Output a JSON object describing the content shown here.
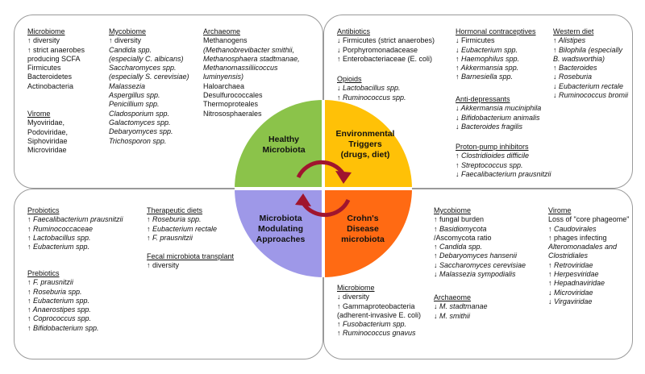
{
  "center": {
    "q_tl": "Healthy\nMicrobiota",
    "q_tr": "Environmental\nTriggers\n(drugs, diet)",
    "q_bl": "Microbiota\nModulating\nApproaches",
    "q_br": "Crohn's\nDisease\nmicrobiota",
    "colors": {
      "tl": "#8bc34a",
      "tr": "#ffc107",
      "bl": "#9e98e8",
      "br": "#ff6a13",
      "arrow": "#a0152e"
    }
  },
  "healthy": {
    "microbiome": {
      "title": "Microbiome",
      "lines": [
        "↑ diversity",
        "↑ strict anaerobes",
        "producing SCFA",
        "Firmicutes",
        "Bacteroidetes",
        "Actinobacteria"
      ]
    },
    "virome": {
      "title": "Virome",
      "lines": [
        "Myoviridae,",
        "Podoviridae,",
        "Siphoviridae",
        "Microviridae"
      ]
    },
    "mycobiome": {
      "title": "Mycobiome",
      "lines": [
        "↑ diversity",
        "Candida spp.",
        "(especially C. albicans)",
        "Saccharomyces spp.",
        "(especially S. cerevisiae)",
        "Malassezia",
        "Aspergillus spp.",
        "Penicillium spp.",
        "Cladosporium spp.",
        "Galactomyces spp.",
        "Debaryomyces spp.",
        "Trichosporon spp."
      ]
    },
    "archaeome": {
      "title": "Archaeome",
      "lines": [
        "Methanogens",
        "(Methanobrevibacter smithii,",
        "Methanosphaera stadtmanae,",
        "Methanomassiliicoccus",
        "luminyensis)",
        "Haloarchaea",
        "Desulfurococcales",
        "Thermoproteales",
        "Nitrososphaerales"
      ]
    }
  },
  "triggers": {
    "antibiotics": {
      "title": "Antibiotics",
      "lines": [
        "↓ Firmicutes (strict anaerobes)",
        "↓ Porphyromonadacease",
        "↑ Enterobacteriaceae (E. coli)"
      ]
    },
    "opioids": {
      "title": "Opioids",
      "lines": [
        "↓ Lactobacillus spp.",
        "↑ Ruminococcus spp."
      ]
    },
    "hormonal": {
      "title": "Hormonal contraceptives",
      "lines": [
        "↓ Firmicutes",
        "↓ Eubacterium spp.",
        "↑ Haemophilus spp.",
        "↑ Akkermansia spp.",
        "↑ Barnesiella spp."
      ]
    },
    "antidepressants": {
      "title": "Anti-depressants",
      "lines": [
        "↓ Akkermansia muciniphila",
        "↓ Bifidobacterium animalis",
        "↓ Bacteroides fragilis"
      ]
    },
    "ppi": {
      "title": "Proton-pump inhibitors",
      "lines": [
        "↑ Clostridioides difficile",
        "↑ Streptococcus spp.",
        "↓ Faecalibacterium prausnitzii"
      ]
    },
    "western": {
      "title": "Western diet",
      "lines": [
        "↑ Alistipes",
        "↑ Bilophila (especially",
        "B. wadsworthia)",
        "↑ Bacteroides",
        "↓ Roseburia",
        "↓ Eubacterium rectale",
        "↓ Ruminococcus bromii"
      ]
    }
  },
  "modulating": {
    "probiotics": {
      "title": "Probiotics",
      "lines": [
        "↑ Faecalibacterium prausnitzii",
        "↑ Ruminococcaceae",
        "↑ Lactobacillus spp.",
        "↑ Eubacterium spp."
      ]
    },
    "prebiotics": {
      "title": "Prebiotics",
      "lines": [
        "↑ F. prausnitzii",
        "↑ Roseburia spp.",
        "↑ Eubacterium spp.",
        "↑ Anaerostipes spp.",
        "↑ Coprococcus spp.",
        "↑ Bifidobacterium spp."
      ]
    },
    "diets": {
      "title": "Therapeutic diets",
      "lines": [
        "↑ Roseburia spp.",
        "↑ Eubacterium rectale",
        "↑ F. prausnitzii"
      ]
    },
    "fmt": {
      "title": "Fecal microbiota transplant",
      "lines": [
        "↑ diversity"
      ]
    }
  },
  "crohns": {
    "mycobiome": {
      "title": "Mycobiome",
      "lines": [
        "↑ fungal burden",
        "↑ Basidiomycota",
        "/Ascomycota ratio",
        "↑ Candida spp.",
        "↑ Debaryomyces hansenii",
        "↓ Saccharomyces cerevisiae",
        "↓ Malassezia sympodialis"
      ]
    },
    "archaeome": {
      "title": "Archaeome",
      "lines": [
        "↓ M. stadtmanae",
        "↓ M. smithii"
      ]
    },
    "microbiome": {
      "title": "Microbiome",
      "lines": [
        "↓ diversity",
        "↑ Gammaproteobacteria",
        "(adherent-invasive E. coli)",
        "↑ Fusobacterium spp.",
        "↑ Ruminococcus gnavus"
      ]
    },
    "virome": {
      "title": "Virome",
      "lines": [
        "Loss of \"core phageome\"",
        "↑ Caudovirales",
        "↑ phages infecting",
        "Alteromonadales and",
        "Clostridiales",
        "↑ Retroviridae",
        "↑ Herpesviridae",
        "↑ Hepadnaviridae",
        "↓ Microviridae",
        "↓ Virgaviridae"
      ]
    }
  }
}
